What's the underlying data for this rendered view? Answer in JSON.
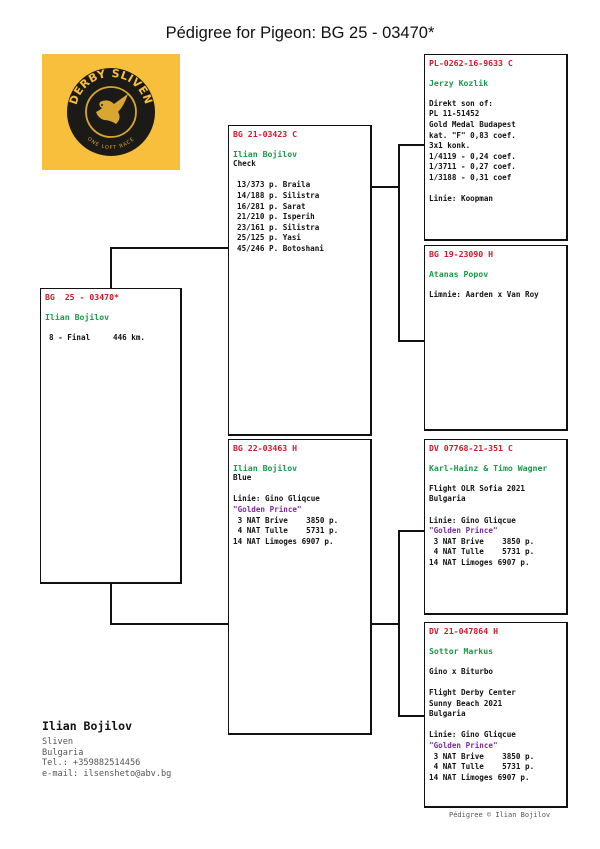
{
  "title": "Pédigree for Pigeon:    BG  25 - 03470*",
  "logo": {
    "top_text": "DERBY SLIVEN",
    "bottom_text": "ONE LOFT RACE",
    "bg_color": "#f7bf3b",
    "icon": "pigeon-icon"
  },
  "subject": {
    "ring": "BG  25 - 03470*",
    "owner": "Ilian Bojilov",
    "lines": [
      "8 - Final     446 km."
    ]
  },
  "sire": {
    "ring": "BG 21-03423 C",
    "owner": "Ilian Bojilov",
    "color": "Check",
    "results": [
      "13/373 p. Braila",
      "14/188 p. Silistra",
      "16/281 p. Sarat",
      "21/210 p. Isperih",
      "23/161 p. Silistra",
      "25/125 p. Yasi",
      "45/246 P. Botoshani"
    ]
  },
  "dam": {
    "ring": "BG 22-03463 H",
    "owner": "Ilian Bojilov",
    "color": "Blue",
    "line": "Linie: Gino Gliqcue",
    "nickname": "\"Golden Prince\"",
    "results": [
      " 3 NAT Brive    3850 p.",
      " 4 NAT Tulle    5731 p.",
      "14 NAT Limoges 6907 p."
    ]
  },
  "ss": {
    "ring": "PL-0262-16-9633 C",
    "owner": "Jerzy Kozlik",
    "lines1": [
      "Direkt son of:",
      "PL 11-51452",
      "Gold Medal Budapest",
      "kat. \"F\" 0,83 coef.",
      "3x1 konk.",
      "1/4119 - 0,24 coef.",
      "1/3711 - 0,27 coef.",
      "1/3188 - 0,31 coef"
    ],
    "line": "Linie: Koopman"
  },
  "sd": {
    "ring": "BG 19-23090 H",
    "owner": "Atanas Popov",
    "line": "Limnie: Aarden x Van Roy"
  },
  "ds": {
    "ring": "DV 07768-21-351 C",
    "owner": "Karl-Hainz & Timo Wagner",
    "lines1": [
      "Flight OLR Sofia 2021",
      "Bulgaria"
    ],
    "line": "Linie: Gino Gliqcue",
    "nickname": "\"Golden Prince\"",
    "results": [
      " 3 NAT Brive    3850 p.",
      " 4 NAT Tulle    5731 p.",
      "14 NAT Limoges 6907 p."
    ]
  },
  "dd": {
    "ring": "DV 21-047864 H",
    "owner": "Sottor Markus",
    "cross": "Gino x Biturbo",
    "lines1": [
      "Flight Derby Center",
      "Sunny Beach 2021",
      "Bulgaria"
    ],
    "line": "Linie: Gino Gliqcue",
    "nickname": "\"Golden Prince\"",
    "results": [
      " 3 NAT Brive    3850 p.",
      " 4 NAT Tulle    5731 p.",
      "14 NAT Limoges 6907 p."
    ]
  },
  "breeder": {
    "name": "Ilian Bojilov",
    "city": "Sliven",
    "country": "Bulgaria",
    "tel": "Tel.: +359882514456",
    "email": "e-mail: ilsensheto@abv.bg"
  },
  "copyright": "Pédigree © Ilian Bojilov"
}
